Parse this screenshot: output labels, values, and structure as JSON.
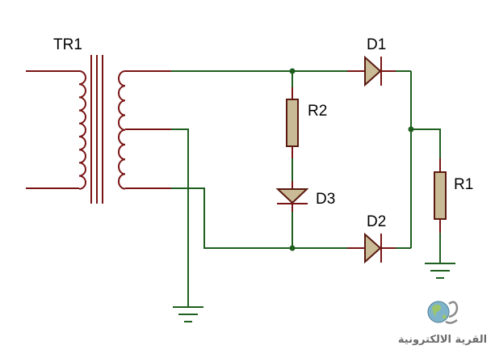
{
  "components": {
    "transformer": {
      "label": "TR1"
    },
    "diode_top": {
      "label": "D1"
    },
    "diode_bottom": {
      "label": "D2"
    },
    "diode_mid": {
      "label": "D3"
    },
    "resistor_r1": {
      "label": "R1"
    },
    "resistor_r2": {
      "label": "R2"
    }
  },
  "watermark": {
    "text": "القرية الالكترونية"
  },
  "colors": {
    "wire": "#1f5f1f",
    "pin": "#7a1414",
    "body_fill": "#c9bb96",
    "body_stroke": "#5a1a10",
    "junction": "#1f5f1f"
  }
}
